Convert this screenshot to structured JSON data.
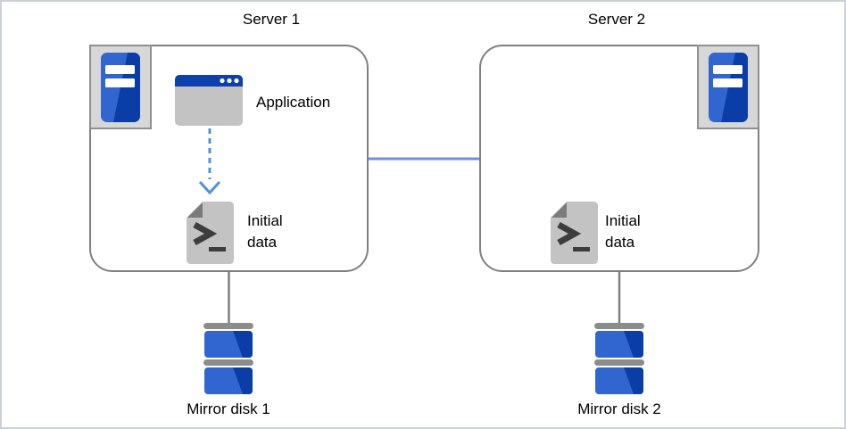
{
  "diagram": {
    "server1": {
      "title": "Server 1",
      "application": {
        "label": "Application"
      },
      "initial_data": {
        "label": "Initial data"
      },
      "mirror_disk": {
        "label": "Mirror disk 1"
      }
    },
    "server2": {
      "title": "Server 2",
      "initial_data": {
        "label": "Initial data"
      },
      "mirror_disk": {
        "label": "Mirror disk 2"
      }
    }
  },
  "icons": {
    "server_tower": "blue tower server in gray badge",
    "application_window": "window with blue title bar and three dots",
    "initial_data_file": "document with terminal prompt and underscore",
    "mirror_disk": "two stacked blue disk platters with gray spacer bars"
  },
  "connectors": {
    "server_interconnect": {
      "style": "solid",
      "color": "#6b8ff0"
    },
    "app_to_initial_data": {
      "style": "dashed-arrow",
      "color": "#4f90e2"
    },
    "server1_to_disk": {
      "style": "solid",
      "color": "#7f7f7f"
    },
    "server2_to_disk": {
      "style": "solid",
      "color": "#7f7f7f"
    }
  },
  "colors": {
    "background": "#ffffff",
    "canvas_border": "#ccd1d9",
    "box_border": "#808080",
    "icon_blue_light": "#3166d1",
    "icon_blue_dark": "#0b3da6",
    "titlebar_blue": "#0c41ad",
    "icon_gray": "#c3c3c3",
    "fold_gray": "#7b7b7b",
    "spacer_gray": "#8c8c8c"
  }
}
